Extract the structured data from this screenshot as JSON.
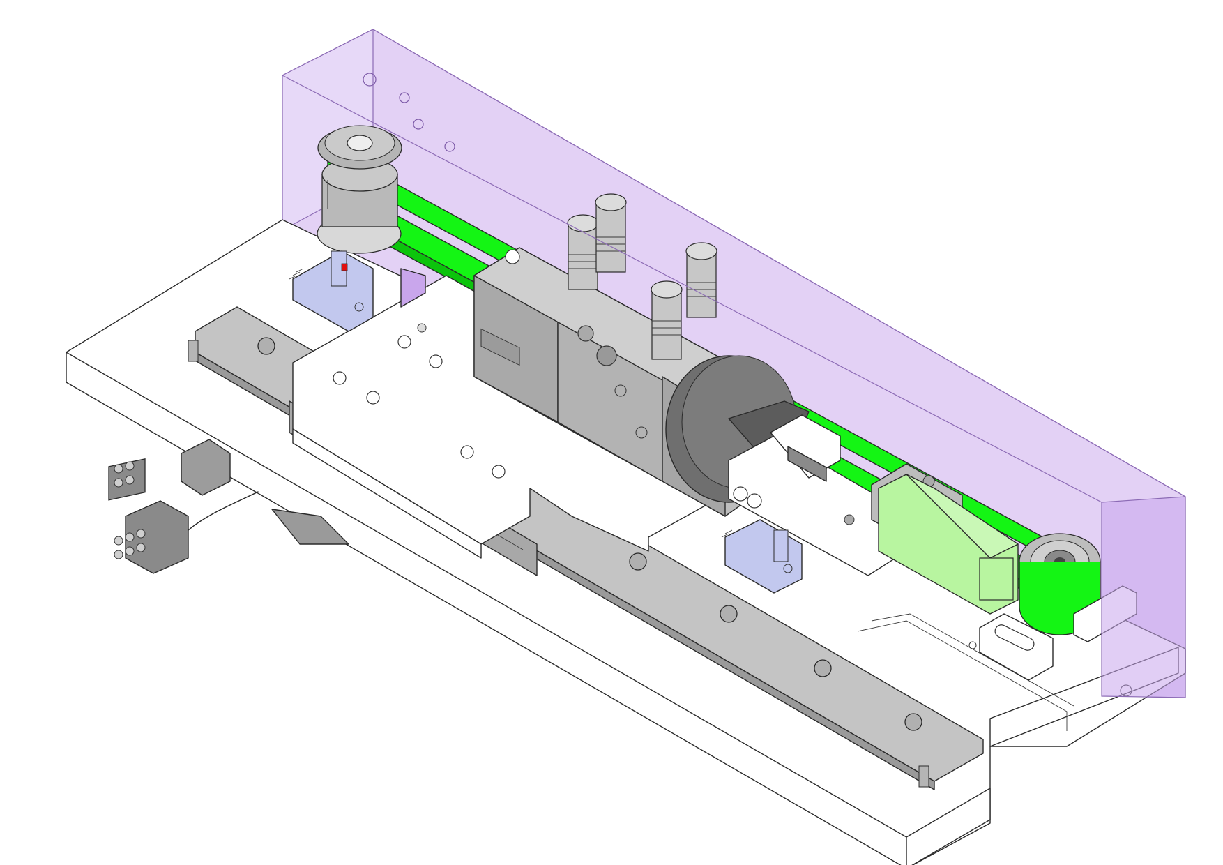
{
  "figure": {
    "kind": "isometric CAD assembly render",
    "colors": {
      "background": "#ffffff",
      "base_plate": "#ffffff",
      "outline": "#2a2a2a",
      "metal_grey": "#c4c4c4",
      "metal_grey_dark": "#8e8e8e",
      "belt_green": "#14f514",
      "guard_purple": "#c9a6ec",
      "sensor_blue": "#c2c8ee",
      "block_light_green": "#b8f5a0",
      "marker_red": "#e01010"
    },
    "parts": [
      {
        "name": "base-plate"
      },
      {
        "name": "belt-guard-cover",
        "style": "translucent"
      },
      {
        "name": "timing-belt"
      },
      {
        "name": "drive-pulley"
      },
      {
        "name": "idler-pulley"
      },
      {
        "name": "linear-rail"
      },
      {
        "name": "carriage-plate"
      },
      {
        "name": "rotary-actuator"
      },
      {
        "name": "pneumatic-fittings",
        "count": 4
      },
      {
        "name": "optical-sensor",
        "count": 2
      },
      {
        "name": "electrical-connector",
        "count": 2
      },
      {
        "name": "gripper-jaw"
      },
      {
        "name": "end-stop-block"
      },
      {
        "name": "slot-bracket"
      }
    ]
  }
}
